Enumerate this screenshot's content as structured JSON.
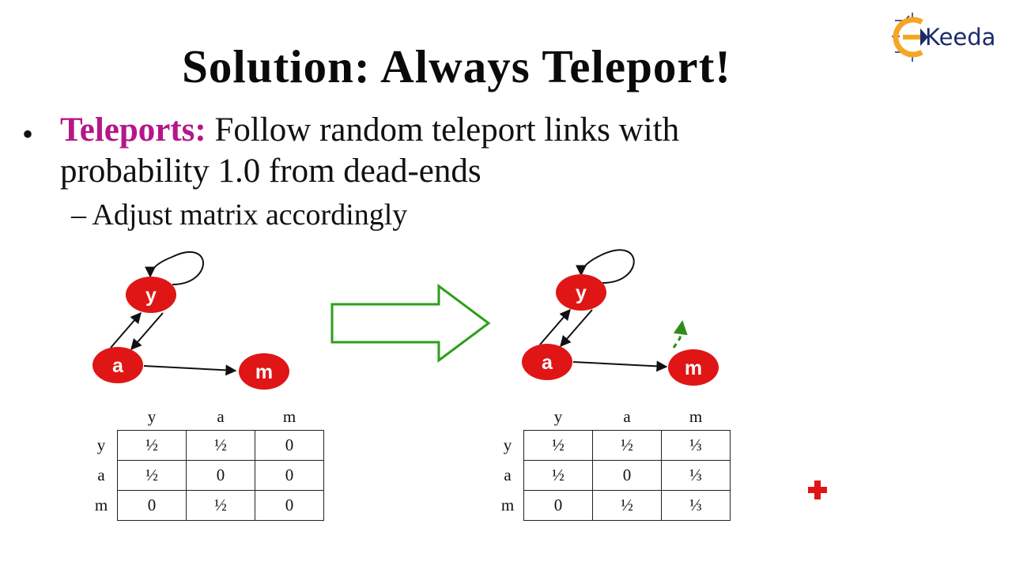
{
  "logo": {
    "text": "Keeda",
    "brand_color": "#1b2a6b",
    "accent_color": "#f5a623"
  },
  "slide": {
    "title": "Solution: Always Teleport!",
    "bullet_marker": "•",
    "bullet_keyword": "Teleports:",
    "bullet_rest": " Follow random teleport links with",
    "bullet_line2": "probability 1.0 from dead-ends",
    "sub_bullet": "– Adjust matrix accordingly"
  },
  "graph_left": {
    "nodes": {
      "y": "y",
      "a": "a",
      "m": "m"
    }
  },
  "graph_right": {
    "nodes": {
      "y": "y",
      "a": "a",
      "m": "m"
    }
  },
  "colors": {
    "node_fill": "#e01515",
    "arrow_green": "#2e9e1a",
    "teleport_dash": "#2e8b1a"
  },
  "matrix_left": {
    "columns": [
      "y",
      "a",
      "m"
    ],
    "rows": [
      {
        "label": "y",
        "cells": [
          "½",
          "½",
          "0"
        ]
      },
      {
        "label": "a",
        "cells": [
          "½",
          "0",
          "0"
        ]
      },
      {
        "label": "m",
        "cells": [
          "0",
          "½",
          "0"
        ]
      }
    ]
  },
  "matrix_right": {
    "columns": [
      "y",
      "a",
      "m"
    ],
    "rows": [
      {
        "label": "y",
        "cells": [
          "½",
          "½",
          "⅓"
        ]
      },
      {
        "label": "a",
        "cells": [
          "½",
          "0",
          "⅓"
        ]
      },
      {
        "label": "m",
        "cells": [
          "0",
          "½",
          "⅓"
        ]
      }
    ]
  }
}
